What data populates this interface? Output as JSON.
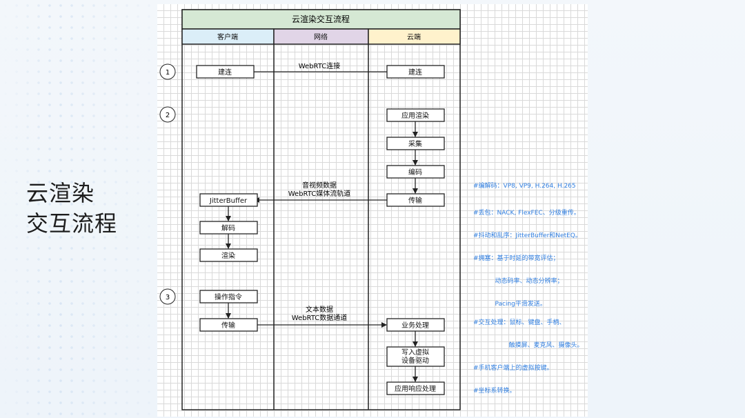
{
  "page": {
    "title_line1": "云渲染",
    "title_line2": "交互流程"
  },
  "diagram": {
    "title": "云渲染交互流程",
    "lanes": {
      "client": "客户端",
      "network": "网络",
      "cloud": "云端"
    },
    "steps": [
      "1",
      "2",
      "3"
    ],
    "step1": {
      "client_box": "建连",
      "cloud_box": "建连",
      "link_label": "WebRTC连接"
    },
    "step2": {
      "render": "应用渲染",
      "capture": "采集",
      "encode": "编码",
      "transmit": "传输",
      "link_label_1": "音视频数据",
      "link_label_2": "WebRTC媒体流轨道",
      "jitter": "JitterBuffer",
      "decode": "解码",
      "render_client": "渲染"
    },
    "step3": {
      "op_cmd": "操作指令",
      "transmit": "传输",
      "link_label_1": "文本数据",
      "link_label_2": "WebRTC数据通道",
      "business": "业务处理",
      "write_virtual_1": "写入虚拟",
      "write_virtual_2": "设备驱动",
      "app_response": "应用响应处理"
    }
  },
  "notes": {
    "codec": [
      "#编解码：VP8, VP9, H.264, H.265"
    ],
    "transport": [
      "#丢包：NACK, FlexFEC、分级重传。",
      "#抖动和乱序：JitterBuffer和NetEQ。",
      "#拥塞：基于时延的带宽评估；",
      "           动态码率、动态分辨率；",
      "           Pacing平滑发送。"
    ],
    "interaction": [
      "#交互处理：鼠标、键盘、手柄、",
      "                  触摸屏、麦克风、摄像头。",
      "#手机客户端上的虚拟按键。",
      "#坐标系转换。"
    ]
  },
  "colors": {
    "title_bg": "#d5e8d4",
    "client_bg": "#dbeef8",
    "network_bg": "#e1d5e7",
    "cloud_bg": "#fff2cc",
    "note_text": "#2f7ee0"
  }
}
